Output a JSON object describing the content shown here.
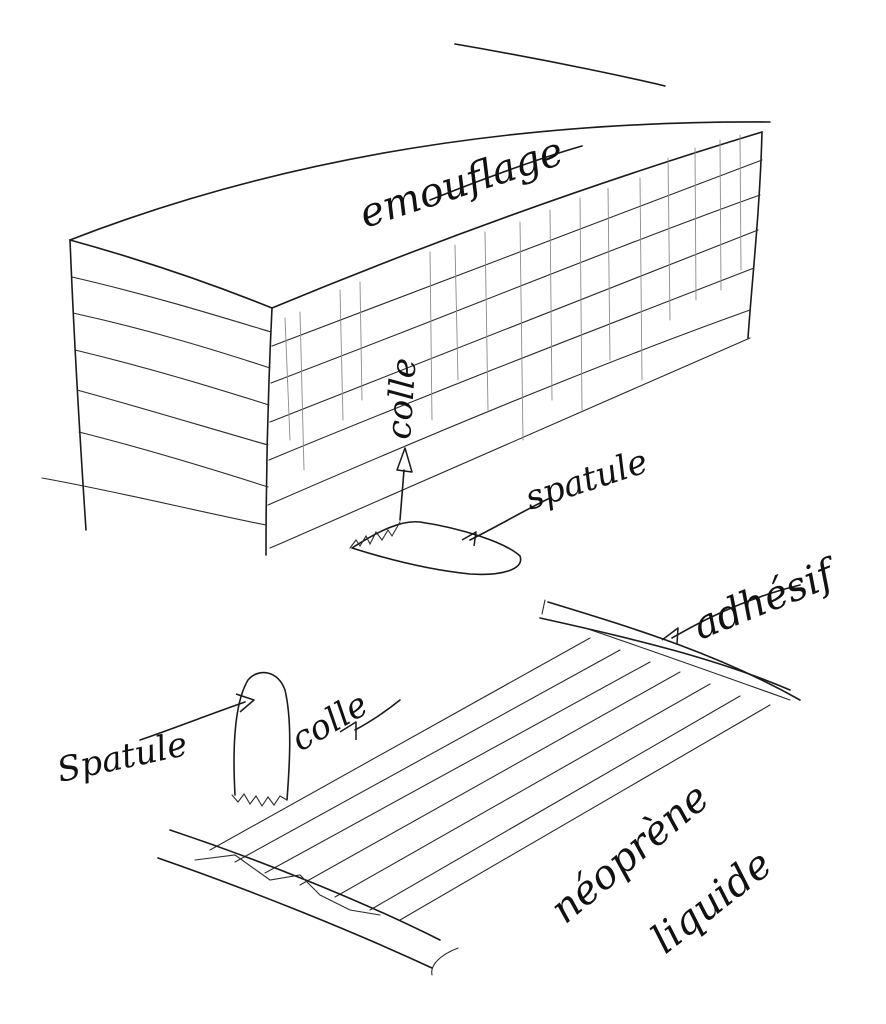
{
  "labels": {
    "marouflage": "emouflage",
    "colle_vertical": "colle",
    "spatule_top": "spatule",
    "adhesif": "adhésif",
    "spatule_bottom": "Spatule",
    "colle_bottom": "colle",
    "neoprene": "néoprène",
    "liquide": "liquide"
  },
  "colors": {
    "ink": "#1a1a1a",
    "pencil": "#8a8a8a",
    "paper": "#ffffff"
  }
}
